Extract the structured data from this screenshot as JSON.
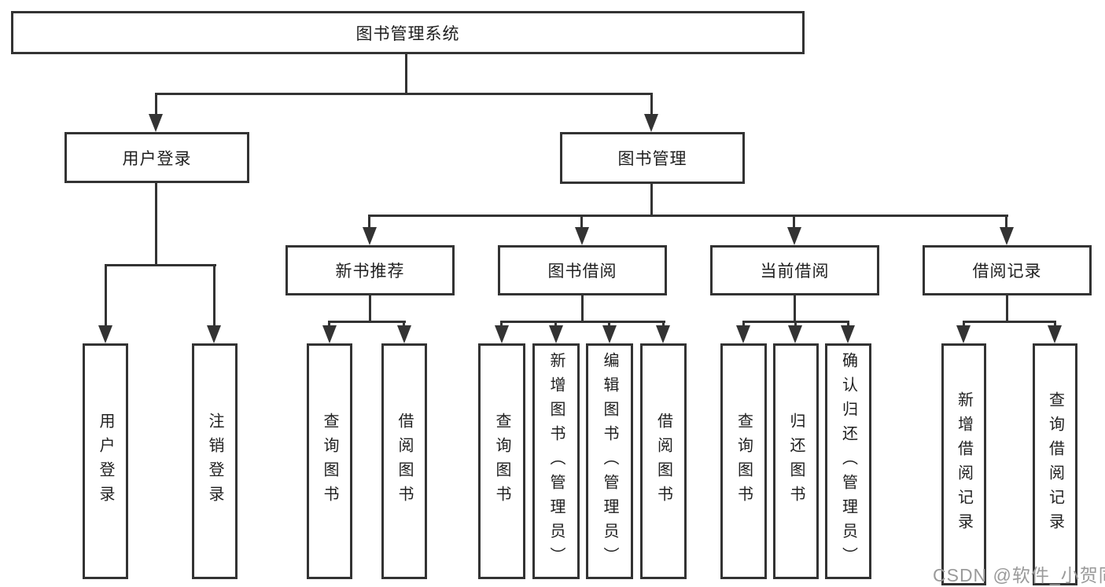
{
  "colors": {
    "line": "#333333",
    "box_background": "#ffffff",
    "text": "#1f1f1f",
    "watermark": "#9a9a9a"
  },
  "tree": {
    "root": {
      "label": "图书管理系统"
    },
    "level2": [
      {
        "label": "用户登录",
        "children": [
          "用户登录",
          "注销登录"
        ]
      },
      {
        "label": "图书管理"
      }
    ],
    "level3": [
      {
        "label": "新书推荐",
        "children": [
          "查询图书",
          "借阅图书"
        ]
      },
      {
        "label": "图书借阅",
        "children": [
          "查询图书",
          "新增图书（管理员）",
          "编辑图书（管理员）",
          "借阅图书"
        ]
      },
      {
        "label": "当前借阅",
        "children": [
          "查询图书",
          "归还图书",
          "确认归还（管理员）"
        ]
      },
      {
        "label": "借阅记录",
        "children": [
          "新增借阅记录",
          "查询借阅记录"
        ]
      }
    ]
  },
  "watermark": {
    "text": "CSDN @软件_小贺同学"
  }
}
